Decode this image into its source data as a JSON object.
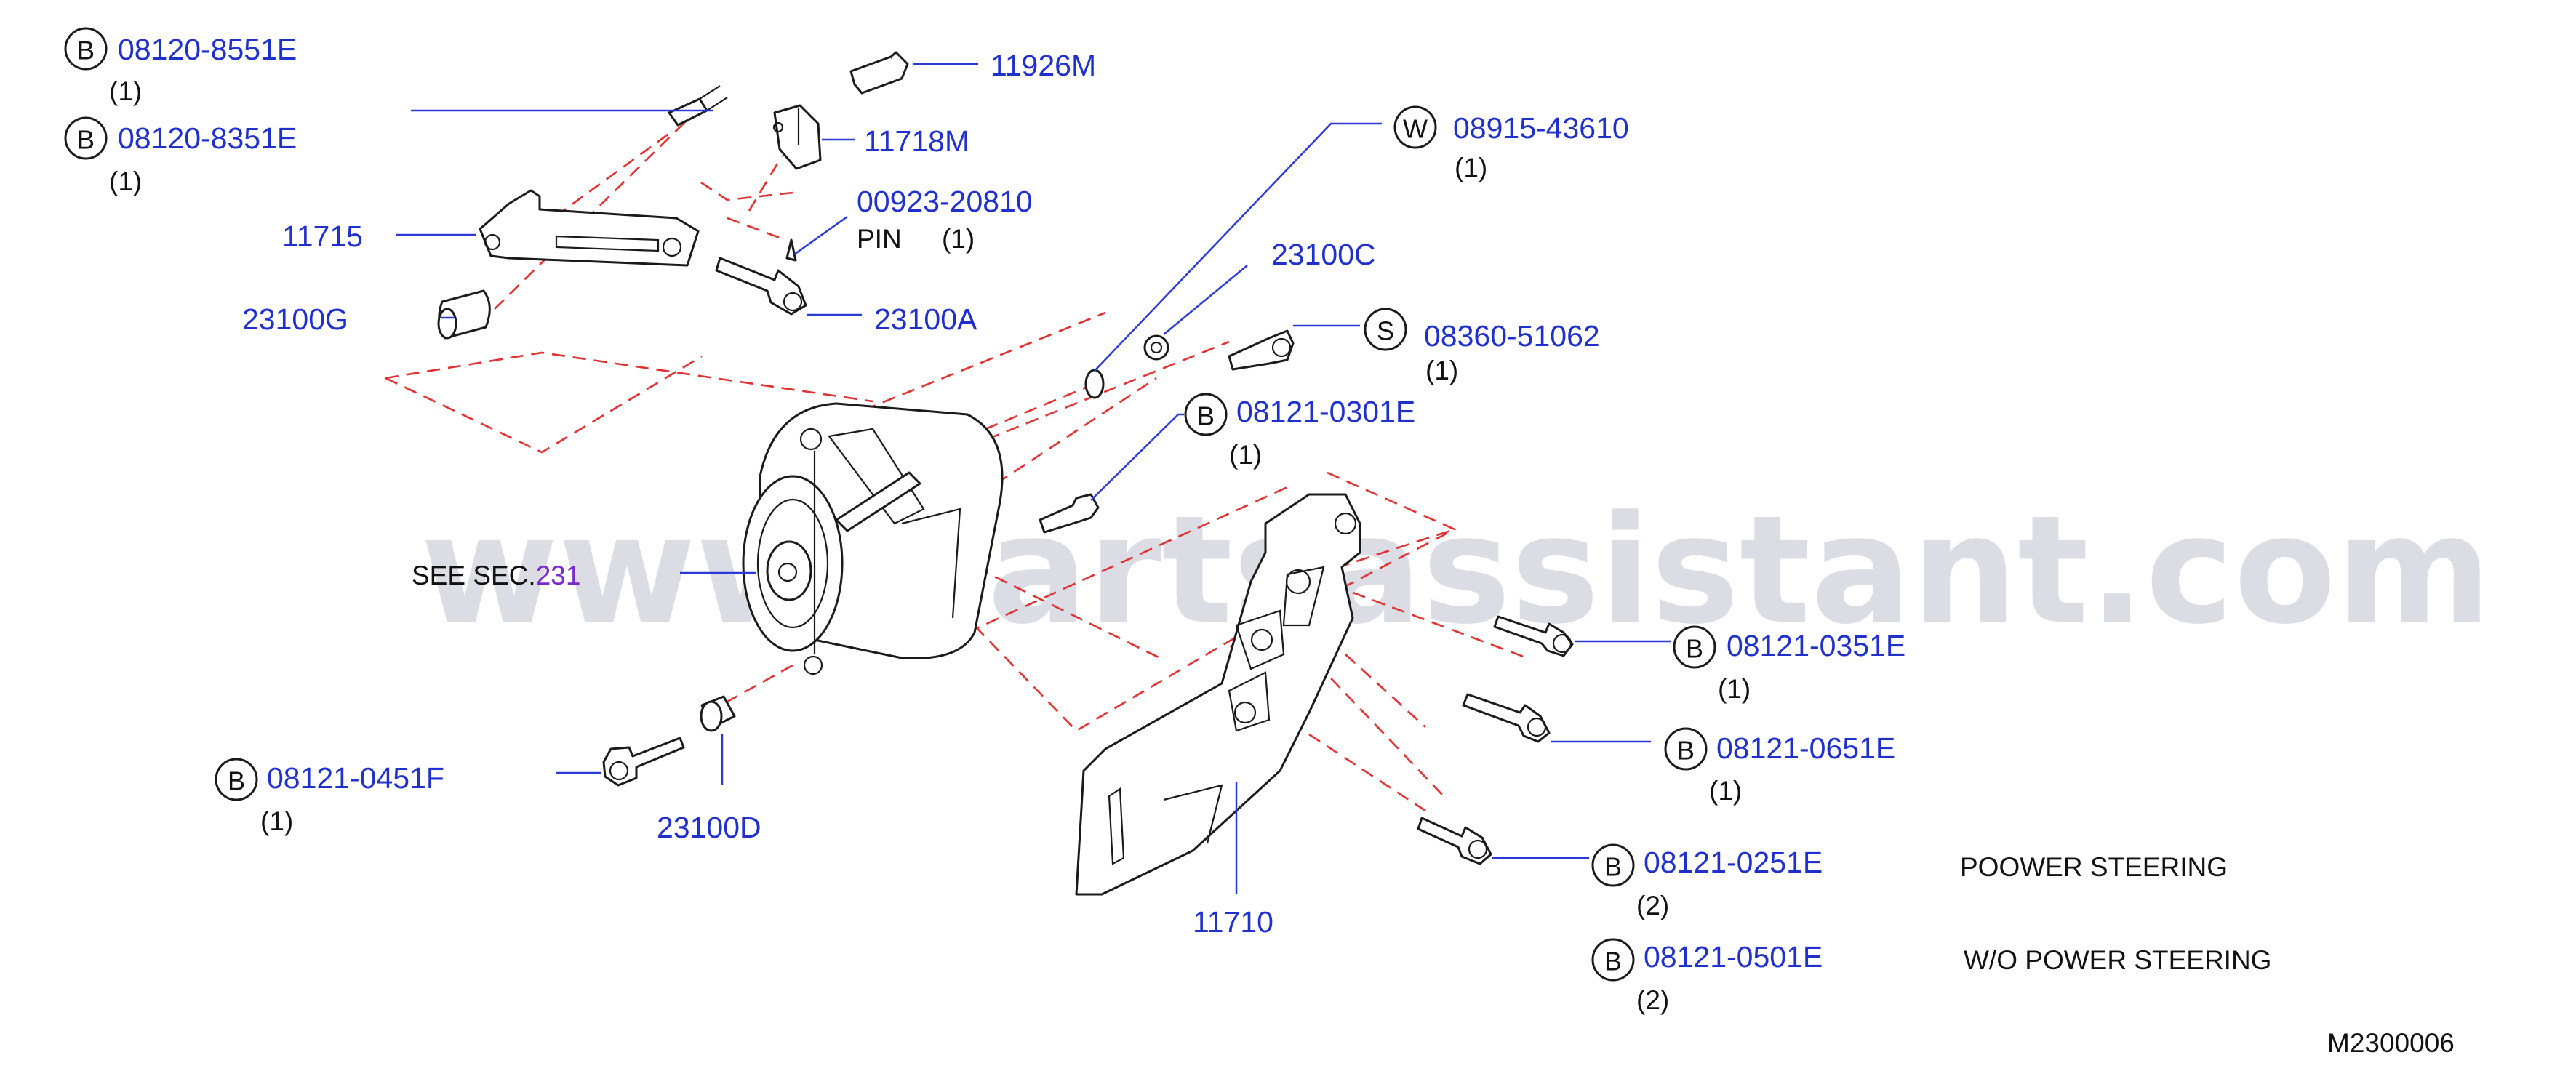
{
  "watermark": "www.partsassistant.com",
  "diagram_code": "M2300006",
  "note_primary": "POOWER   STEERING",
  "note_secondary": "W/O   POWER   STEERING",
  "see_prefix": "SEE   SEC.",
  "see_ref": "231",
  "callouts": {
    "c1": {
      "badge": "B",
      "part": "08120-8551E",
      "qty": "(1)"
    },
    "c2": {
      "badge": "B",
      "part": "08120-8351E",
      "qty": "(1)"
    },
    "c3": {
      "badge": "",
      "part": "11926M",
      "qty": ""
    },
    "c4": {
      "badge": "",
      "part": "11718M",
      "qty": ""
    },
    "c5": {
      "badge": "",
      "part": "11715",
      "qty": ""
    },
    "c6": {
      "badge": "",
      "part": "00923-20810",
      "qty": "(1)",
      "sub": "PIN"
    },
    "c7": {
      "badge": "",
      "part": "23100G",
      "qty": ""
    },
    "c8": {
      "badge": "",
      "part": "23100A",
      "qty": ""
    },
    "c9": {
      "badge": "W",
      "part": "08915-43610",
      "qty": "(1)"
    },
    "c10": {
      "badge": "",
      "part": "23100C",
      "qty": ""
    },
    "c11": {
      "badge": "S",
      "part": "08360-51062",
      "qty": "(1)"
    },
    "c12": {
      "badge": "B",
      "part": "08121-0301E",
      "qty": "(1)"
    },
    "c13": {
      "badge": "B",
      "part": "08121-0351E",
      "qty": "(1)"
    },
    "c14": {
      "badge": "B",
      "part": "08121-0651E",
      "qty": "(1)"
    },
    "c15": {
      "badge": "B",
      "part": "08121-0451F",
      "qty": "(1)"
    },
    "c16": {
      "badge": "",
      "part": "23100D",
      "qty": ""
    },
    "c17": {
      "badge": "",
      "part": "11710",
      "qty": ""
    },
    "c18": {
      "badge": "B",
      "part": "08121-0251E",
      "qty": "(2)"
    },
    "c19": {
      "badge": "B",
      "part": "08121-0501E",
      "qty": "(2)"
    }
  }
}
